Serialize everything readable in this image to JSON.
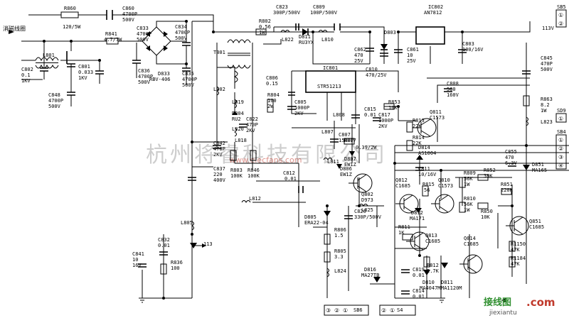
{
  "title_label": "消磁线圈",
  "watermark": "杭州将睿科技有限公司",
  "watermark_url": "www.elecfans.com",
  "logo": {
    "text1": "接线图",
    "text2": ".com",
    "url": "jiexiantu"
  },
  "labels": [
    {
      "id": "r860",
      "text": "R860"
    },
    {
      "id": "r860v",
      "text": "120/5W"
    },
    {
      "id": "c860",
      "text": "C860"
    },
    {
      "id": "c860v1",
      "text": "4700P"
    },
    {
      "id": "c860v2",
      "text": "500V"
    },
    {
      "id": "r841",
      "text": "R841"
    },
    {
      "id": "r841v",
      "text": "4.7/7W"
    },
    {
      "id": "c833",
      "text": "C833"
    },
    {
      "id": "c833v1",
      "text": "4700P"
    },
    {
      "id": "c833v2",
      "text": "500V"
    },
    {
      "id": "c834",
      "text": "C834"
    },
    {
      "id": "c834v1",
      "text": "4700P"
    },
    {
      "id": "c834v2",
      "text": "500V"
    },
    {
      "id": "l801",
      "text": "L801"
    },
    {
      "id": "c802",
      "text": "C802"
    },
    {
      "id": "c802v1",
      "text": "0.1"
    },
    {
      "id": "c802v2",
      "text": "1KV"
    },
    {
      "id": "c801",
      "text": "C801"
    },
    {
      "id": "c801v1",
      "text": "0.033"
    },
    {
      "id": "c801v2",
      "text": "1KV"
    },
    {
      "id": "c836",
      "text": "C836"
    },
    {
      "id": "c836v1",
      "text": "4700P"
    },
    {
      "id": "c836v2",
      "text": "500V"
    },
    {
      "id": "d833",
      "text": "D833"
    },
    {
      "id": "d833v",
      "text": "RBV-406"
    },
    {
      "id": "c835",
      "text": "C835"
    },
    {
      "id": "c835v1",
      "text": "4700P"
    },
    {
      "id": "c835v2",
      "text": "500V"
    },
    {
      "id": "c848",
      "text": "C848"
    },
    {
      "id": "c848v1",
      "text": "4700P"
    },
    {
      "id": "c848v2",
      "text": "500V"
    },
    {
      "id": "t801",
      "text": "T801"
    },
    {
      "id": "r802",
      "text": "R802"
    },
    {
      "id": "r802v1",
      "text": "0.56"
    },
    {
      "id": "r802v2",
      "text": "1W"
    },
    {
      "id": "c823",
      "text": "C823"
    },
    {
      "id": "c823v",
      "text": "300P/500V"
    },
    {
      "id": "c809",
      "text": "C809"
    },
    {
      "id": "c809v",
      "text": "100P/500V"
    },
    {
      "id": "l822",
      "text": "L822"
    },
    {
      "id": "d811",
      "text": "D811"
    },
    {
      "id": "d811v",
      "text": "RU3YX"
    },
    {
      "id": "l810",
      "text": "L810"
    },
    {
      "id": "c862",
      "text": "C862"
    },
    {
      "id": "c862v1",
      "text": "470"
    },
    {
      "id": "c862v2",
      "text": "25V"
    },
    {
      "id": "ic802",
      "text": "IC802"
    },
    {
      "id": "ic802v",
      "text": "AN7812"
    },
    {
      "id": "d803",
      "text": "D803"
    },
    {
      "id": "c861",
      "text": "C861"
    },
    {
      "id": "c861v1",
      "text": "10"
    },
    {
      "id": "c861v2",
      "text": "25V"
    },
    {
      "id": "c803",
      "text": "C803"
    },
    {
      "id": "c803v",
      "text": "100/16V"
    },
    {
      "id": "c810",
      "text": "C810"
    },
    {
      "id": "c810v",
      "text": "470/25V"
    },
    {
      "id": "ic801",
      "text": "IC801"
    },
    {
      "id": "ic801v",
      "text": "STR51213"
    },
    {
      "id": "c806",
      "text": "C806"
    },
    {
      "id": "c806v",
      "text": "0.15"
    },
    {
      "id": "l802",
      "text": "L802"
    },
    {
      "id": "l819",
      "text": "L819"
    },
    {
      "id": "d804",
      "text": "D804"
    },
    {
      "id": "d804v",
      "text": "RU2"
    },
    {
      "id": "l820",
      "text": "L820"
    },
    {
      "id": "l818",
      "text": "L818"
    },
    {
      "id": "r804",
      "text": "R804"
    },
    {
      "id": "r804v1",
      "text": "100"
    },
    {
      "id": "r804v2",
      "text": "2W"
    },
    {
      "id": "c822",
      "text": "C822"
    },
    {
      "id": "c822v1",
      "text": "470P"
    },
    {
      "id": "c822v2",
      "text": "2KV"
    },
    {
      "id": "c805",
      "text": "C805"
    },
    {
      "id": "c805v1",
      "text": "1000P"
    },
    {
      "id": "c805v2",
      "text": "2KV"
    },
    {
      "id": "c808",
      "text": "C808"
    },
    {
      "id": "c808v1",
      "text": "560"
    },
    {
      "id": "c808v2",
      "text": "160V"
    },
    {
      "id": "r853",
      "text": "R853"
    },
    {
      "id": "r853v",
      "text": "10K"
    },
    {
      "id": "l808",
      "text": "L808"
    },
    {
      "id": "c815",
      "text": "C815"
    },
    {
      "id": "c815v",
      "text": "0.01"
    },
    {
      "id": "c817",
      "text": "C817"
    },
    {
      "id": "c817v1",
      "text": "1000P"
    },
    {
      "id": "c817v2",
      "text": "2KV"
    },
    {
      "id": "r813",
      "text": "R813"
    },
    {
      "id": "r813v",
      "text": "22K"
    },
    {
      "id": "q811",
      "text": "Q811"
    },
    {
      "id": "q811v",
      "text": "C1573"
    },
    {
      "id": "l807",
      "text": "L807"
    },
    {
      "id": "c807",
      "text": "C807"
    },
    {
      "id": "c807v",
      "text": "1500P"
    },
    {
      "id": "r817",
      "text": "R817"
    },
    {
      "id": "r817v",
      "text": "0.39/2W"
    },
    {
      "id": "r814",
      "text": "R814"
    },
    {
      "id": "r814v",
      "text": "22K"
    },
    {
      "id": "d814",
      "text": "D814"
    },
    {
      "id": "d814v",
      "text": "AS1004"
    },
    {
      "id": "c842",
      "text": "C842"
    },
    {
      "id": "c842v1",
      "text": "470P"
    },
    {
      "id": "c842v2",
      "text": "2KV"
    },
    {
      "id": "l811",
      "text": "L811"
    },
    {
      "id": "r803",
      "text": "R803"
    },
    {
      "id": "r803v",
      "text": "100K"
    },
    {
      "id": "r846",
      "text": "R846"
    },
    {
      "id": "r846v",
      "text": "100K"
    },
    {
      "id": "d806",
      "text": "D806"
    },
    {
      "id": "d806v",
      "text": "EW1Z"
    },
    {
      "id": "d807",
      "text": "D807"
    },
    {
      "id": "d807v",
      "text": "EW1Z"
    },
    {
      "id": "c811",
      "text": "C811"
    },
    {
      "id": "c811v",
      "text": "10/16V"
    },
    {
      "id": "q802",
      "text": "Q802"
    },
    {
      "id": "q802v",
      "text": "D973"
    },
    {
      "id": "c837",
      "text": "C837"
    },
    {
      "id": "c837v1",
      "text": "220"
    },
    {
      "id": "c837v2",
      "text": "400V"
    },
    {
      "id": "c812",
      "text": "C812"
    },
    {
      "id": "c812v",
      "text": "0.01"
    },
    {
      "id": "l812",
      "text": "L812"
    },
    {
      "id": "l825",
      "text": "L825"
    },
    {
      "id": "d805",
      "text": "D805"
    },
    {
      "id": "d805v",
      "text": "ERA22-04"
    },
    {
      "id": "c820",
      "text": "C820"
    },
    {
      "id": "c820v",
      "text": "330P/500V"
    },
    {
      "id": "r806",
      "text": "R806"
    },
    {
      "id": "r806v",
      "text": "1.5"
    },
    {
      "id": "r805",
      "text": "R805"
    },
    {
      "id": "r805v",
      "text": "3.3"
    },
    {
      "id": "l824",
      "text": "L824"
    },
    {
      "id": "l805",
      "text": "L805"
    },
    {
      "id": "c832",
      "text": "C832"
    },
    {
      "id": "c832v",
      "text": "0.01"
    },
    {
      "id": "n113",
      "text": "113"
    },
    {
      "id": "c841",
      "text": "C841"
    },
    {
      "id": "c841v1",
      "text": "10"
    },
    {
      "id": "c841v2",
      "text": "16V"
    },
    {
      "id": "r836",
      "text": "R836"
    },
    {
      "id": "r836v",
      "text": "100"
    },
    {
      "id": "q812",
      "text": "Q812"
    },
    {
      "id": "q812v",
      "text": "C1685"
    },
    {
      "id": "r815",
      "text": "R815"
    },
    {
      "id": "r815v",
      "text": "56"
    },
    {
      "id": "q810",
      "text": "Q810"
    },
    {
      "id": "q810v",
      "text": "C1573"
    },
    {
      "id": "d812",
      "text": "D812"
    },
    {
      "id": "d812v",
      "text": "MA171"
    },
    {
      "id": "r809",
      "text": "R809"
    },
    {
      "id": "r809v1",
      "text": "56K"
    },
    {
      "id": "r809v2",
      "text": "1W"
    },
    {
      "id": "r810",
      "text": "R810"
    },
    {
      "id": "r810v1",
      "text": "56K"
    },
    {
      "id": "r810v2",
      "text": "1W"
    },
    {
      "id": "r852",
      "text": "R852"
    },
    {
      "id": "r852v",
      "text": "39K"
    },
    {
      "id": "c855",
      "text": "C855"
    },
    {
      "id": "c855v1",
      "text": "470"
    },
    {
      "id": "c855v2",
      "text": "6.3V"
    },
    {
      "id": "d851",
      "text": "D851"
    },
    {
      "id": "d851v",
      "text": "MA165"
    },
    {
      "id": "r851",
      "text": "R851"
    },
    {
      "id": "r851v",
      "text": "220K"
    },
    {
      "id": "r850",
      "text": "R850"
    },
    {
      "id": "r850v",
      "text": "10K"
    },
    {
      "id": "q851",
      "text": "Q851"
    },
    {
      "id": "q851v",
      "text": "C1685"
    },
    {
      "id": "r811",
      "text": "R811"
    },
    {
      "id": "r811v",
      "text": "1K"
    },
    {
      "id": "q813",
      "text": "Q813"
    },
    {
      "id": "q813v",
      "text": "C1685"
    },
    {
      "id": "q814",
      "text": "Q814"
    },
    {
      "id": "q814v",
      "text": "C1685"
    },
    {
      "id": "r812",
      "text": "R812"
    },
    {
      "id": "r812v",
      "text": "2.7K"
    },
    {
      "id": "c819",
      "text": "C819"
    },
    {
      "id": "c819v",
      "text": "0.01"
    },
    {
      "id": "d810",
      "text": "D810"
    },
    {
      "id": "d810v",
      "text": "MA4047M"
    },
    {
      "id": "d811b",
      "text": "D811"
    },
    {
      "id": "d811bv",
      "text": "MA1120M"
    },
    {
      "id": "r1150",
      "text": "R1150"
    },
    {
      "id": "r1150v",
      "text": "47K"
    },
    {
      "id": "r1184",
      "text": "R1184"
    },
    {
      "id": "r1184v",
      "text": "47K"
    },
    {
      "id": "d816",
      "text": "D816"
    },
    {
      "id": "d816v",
      "text": "MA27TB"
    },
    {
      "id": "c814",
      "text": "C814"
    },
    {
      "id": "c814v",
      "text": "0.01"
    },
    {
      "id": "v113",
      "text": "113V"
    },
    {
      "id": "c845",
      "text": "C845"
    },
    {
      "id": "c845v1",
      "text": "470P"
    },
    {
      "id": "c845v2",
      "text": "500V"
    },
    {
      "id": "r863",
      "text": "R863"
    },
    {
      "id": "r863v1",
      "text": "8.2"
    },
    {
      "id": "r863v2",
      "text": "1W"
    },
    {
      "id": "l823",
      "text": "L823"
    }
  ],
  "connectors": [
    {
      "id": "sb5",
      "name": "SB5",
      "pins": [
        "①",
        "②"
      ]
    },
    {
      "id": "sd9",
      "name": "SD9",
      "pins": [
        "①"
      ]
    },
    {
      "id": "sb4",
      "name": "SB4",
      "pins": [
        "①",
        "②",
        "③",
        "④"
      ]
    },
    {
      "id": "sb6",
      "name": "SB6",
      "pins": [
        "③",
        "②",
        "①"
      ]
    },
    {
      "id": "s4",
      "name": "S4",
      "pins": [
        "②",
        "①"
      ]
    }
  ]
}
